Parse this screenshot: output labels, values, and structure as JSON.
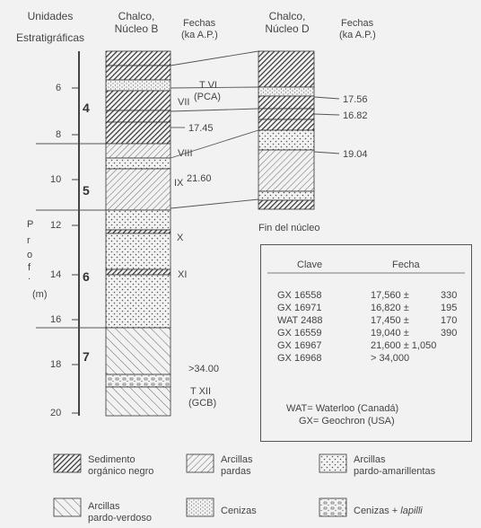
{
  "headers": {
    "units_title_line1": "Unidades",
    "units_title_line2": "Estratigráficas",
    "core_b_line1": "Chalco,",
    "core_b_line2": "Núcleo B",
    "dates_b_line1": "Fechas",
    "dates_b_line2": "(ka A.P.)",
    "core_d_line1": "Chalco,",
    "core_d_line2": "Núcleo D",
    "dates_d_line1": "Fechas",
    "dates_d_line2": "(ka A.P.)"
  },
  "depth_axis": {
    "label_letters": [
      "P",
      "r",
      "o",
      "f",
      "."
    ],
    "unit": "(m)",
    "ticks": [
      "6",
      "8",
      "10",
      "12",
      "14",
      "16",
      "18",
      "20"
    ]
  },
  "units": [
    "4",
    "5",
    "6",
    "7"
  ],
  "core_b_labels": {
    "t_vi": "T VI",
    "pca": "(PCA)",
    "vii": "VII",
    "d_17_45": "17.45",
    "viii": "VIII",
    "ix": "IX",
    "d_21_60": "21.60",
    "x": "X",
    "xi": "XI",
    "d_34": ">34.00",
    "t_xii": "T XII",
    "gcb": "(GCB)"
  },
  "core_d_labels": {
    "d_17_56": "17.56",
    "d_16_82": "16.82",
    "d_19_04": "19.04",
    "end": "Fin del núcleo"
  },
  "key_table": {
    "col_clave": "Clave",
    "col_fecha": "Fecha",
    "rows": [
      {
        "clave": "GX  16558",
        "fecha": "17,560 ±",
        "err": "330"
      },
      {
        "clave": "GX  16971",
        "fecha": "16,820 ±",
        "err": "195"
      },
      {
        "clave": "WAT 2488",
        "fecha": "17,450 ±",
        "err": "170"
      },
      {
        "clave": "GX  16559",
        "fecha": "19,040 ±",
        "err": "390"
      },
      {
        "clave": "GX  16967",
        "fecha": "21,600 ± 1,050",
        "err": ""
      },
      {
        "clave": "GX  16968",
        "fecha": "> 34,000",
        "err": ""
      }
    ],
    "note1": "WAT= Waterloo (Canadá)",
    "note2": "GX= Geochron (USA)"
  },
  "legend": {
    "organic_l1": "Sedimento",
    "organic_l2": "orgánico negro",
    "brown_l1": "Arcillas",
    "brown_l2": "pardas",
    "yellow_l1": "Arcillas",
    "yellow_l2": "pardo-amarillentas",
    "green_l1": "Arcillas",
    "green_l2": "pardo-verdoso",
    "ash": "Cenizas",
    "ash_lap_prefix": "Cenizas + ",
    "ash_lap_italic": "lapilli"
  }
}
